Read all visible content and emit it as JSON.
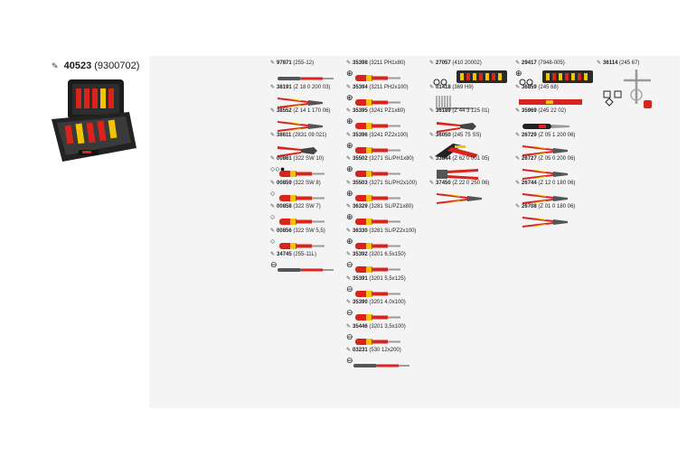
{
  "product": {
    "code": "40523",
    "sub": "(9300702)"
  },
  "columns": [
    {
      "key": "col1",
      "items": [
        {
          "kind": "tester",
          "num": "97871",
          "spec": "(255-12)",
          "tip": ""
        },
        {
          "kind": "pliers",
          "num": "38191",
          "spec": "(Z 18 0 200 03)",
          "tip": ""
        },
        {
          "kind": "pliers",
          "num": "38552",
          "spec": "(Z 14 1 170 06)",
          "tip": ""
        },
        {
          "kind": "cutter",
          "num": "38611",
          "spec": "(2831 09 021)",
          "tip": ""
        },
        {
          "kind": "screwdriver",
          "num": "00861",
          "spec": "(322 SW 10)",
          "tip": "○○●"
        },
        {
          "kind": "screwdriver",
          "num": "00859",
          "spec": "(322 SW 8)",
          "tip": "○"
        },
        {
          "kind": "screwdriver",
          "num": "00858",
          "spec": "(322 SW 7)",
          "tip": "○"
        },
        {
          "kind": "screwdriver",
          "num": "00856",
          "spec": "(322 SW 5,5)",
          "tip": "○"
        },
        {
          "kind": "tester",
          "num": "34745",
          "spec": "(255-11L)",
          "tip": "⊖"
        }
      ]
    },
    {
      "key": "col2",
      "items": [
        {
          "kind": "screwdriver",
          "num": "35398",
          "spec": "(3211 PH1x80)",
          "tip": "⊕"
        },
        {
          "kind": "screwdriver",
          "num": "35394",
          "spec": "(3211 PH2x100)",
          "tip": "⊕"
        },
        {
          "kind": "screwdriver",
          "num": "35395",
          "spec": "(3241 PZ1x80)",
          "tip": "⊕"
        },
        {
          "kind": "screwdriver",
          "num": "35396",
          "spec": "(3241 PZ2x100)",
          "tip": "⊕"
        },
        {
          "kind": "screwdriver",
          "num": "35502",
          "spec": "(3271 SL/PH1x80)",
          "tip": "⊕"
        },
        {
          "kind": "screwdriver",
          "num": "35503",
          "spec": "(3271 SL/PH2x100)",
          "tip": "⊕"
        },
        {
          "kind": "screwdriver",
          "num": "36329",
          "spec": "(3281 SL/PZ1x80)",
          "tip": "⊕"
        },
        {
          "kind": "screwdriver",
          "num": "36330",
          "spec": "(3281 SL/PZ2x100)",
          "tip": "⊕"
        },
        {
          "kind": "screwdriver",
          "num": "35392",
          "spec": "(3201 6,5x150)",
          "tip": "⊖"
        },
        {
          "kind": "screwdriver",
          "num": "35391",
          "spec": "(3201 5,5x125)",
          "tip": "⊖"
        },
        {
          "kind": "screwdriver",
          "num": "35390",
          "spec": "(3201 4,0x100)",
          "tip": "⊖"
        },
        {
          "kind": "screwdriver",
          "num": "35446",
          "spec": "(3201 3,5x100)",
          "tip": "⊖"
        },
        {
          "kind": "tester",
          "num": "03231",
          "spec": "(530 12x200)",
          "tip": "⊖"
        }
      ]
    },
    {
      "key": "col3",
      "items": [
        {
          "kind": "bitset",
          "num": "27057",
          "spec": "(410 20002)",
          "tip": ""
        },
        {
          "kind": "hexkeys",
          "num": "01418",
          "spec": "(369 H9)",
          "tip": ""
        },
        {
          "kind": "cutter",
          "num": "36189",
          "spec": "(Z 44 3 125 01)",
          "tip": ""
        },
        {
          "kind": "stripper",
          "num": "36050",
          "spec": "(245 75 SS)",
          "tip": ""
        },
        {
          "kind": "crimper",
          "num": "33844",
          "spec": "(Z 62 0 001 05)",
          "tip": ""
        },
        {
          "kind": "pliers",
          "num": "37450",
          "spec": "(Z 22 0 250 06)",
          "tip": ""
        }
      ]
    },
    {
      "key": "col4",
      "items": [
        {
          "kind": "bitset",
          "num": "29417",
          "spec": "(7948-005)",
          "tip": "⊕"
        },
        {
          "kind": "level",
          "num": "36859",
          "spec": "(245 68)",
          "tip": ""
        },
        {
          "kind": "knife",
          "num": "35969",
          "spec": "(245 22 02)",
          "tip": ""
        },
        {
          "kind": "pliers",
          "num": "26729",
          "spec": "(Z 05 1 200 06)",
          "tip": ""
        },
        {
          "kind": "pliers",
          "num": "26727",
          "spec": "(Z 05 0 200 06)",
          "tip": ""
        },
        {
          "kind": "pliers",
          "num": "26744",
          "spec": "(Z 12 0 180 06)",
          "tip": ""
        },
        {
          "kind": "pliers",
          "num": "26708",
          "spec": "(Z 01 0 180 06)",
          "tip": ""
        }
      ]
    },
    {
      "key": "col5",
      "items": [
        {
          "kind": "key",
          "num": "36114",
          "spec": "(245 67)",
          "tip": ""
        }
      ]
    }
  ],
  "colors": {
    "red": "#d9231d",
    "yellow": "#f2c500",
    "metal": "#9a9a9a",
    "panel": "#f4f4f4"
  }
}
